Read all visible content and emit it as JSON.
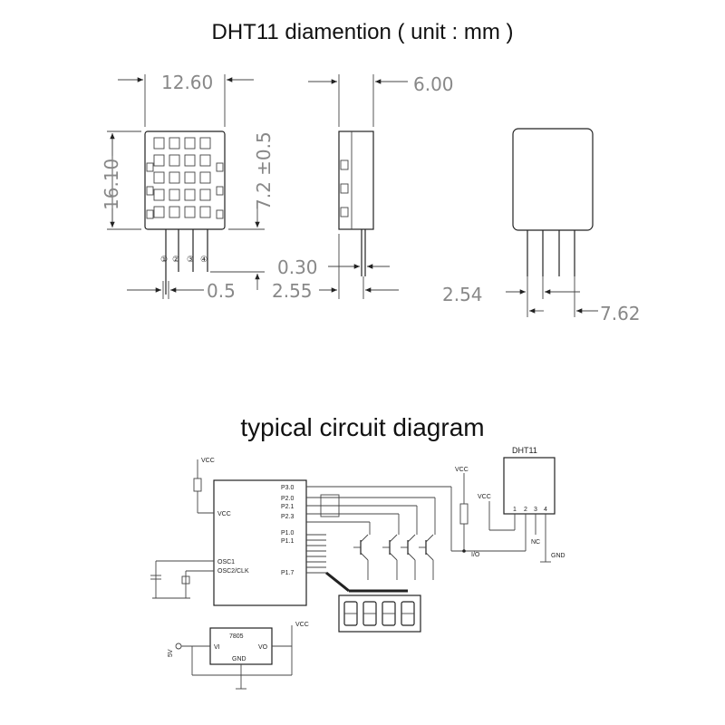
{
  "titles": {
    "dimension": "DHT11 diamention ( unit : mm )",
    "circuit": "typical circuit diagram"
  },
  "dimensions": {
    "width": "12.60",
    "depth": "6.00",
    "height": "16.10",
    "pin_length": "7.2 ±0.5",
    "pin_width": "0.5",
    "pin_thickness": "0.30",
    "pin_offset": "2.55",
    "pin_pitch": "2.54",
    "pin_span": "7.62"
  },
  "pin_numbers": [
    "①",
    "②",
    "③",
    "④"
  ],
  "circuit": {
    "dht11_label": "DHT11",
    "vcc": "VCC",
    "gnd": "GND",
    "nc": "NC",
    "io": "I/O",
    "dht_pins": [
      "1",
      "2",
      "3",
      "4"
    ],
    "mcu_pins": [
      "P3.0",
      "P2.0",
      "P2.1",
      "P2.3",
      "P1.0",
      "P1.1",
      "P1.7"
    ],
    "osc1": "OSC1",
    "osc2": "OSC2/CLK",
    "regulator": "7805",
    "vi": "VI",
    "vo": "VO",
    "input_label": "5V"
  },
  "colors": {
    "dimension_text": "#888888",
    "lines": "#222222"
  }
}
